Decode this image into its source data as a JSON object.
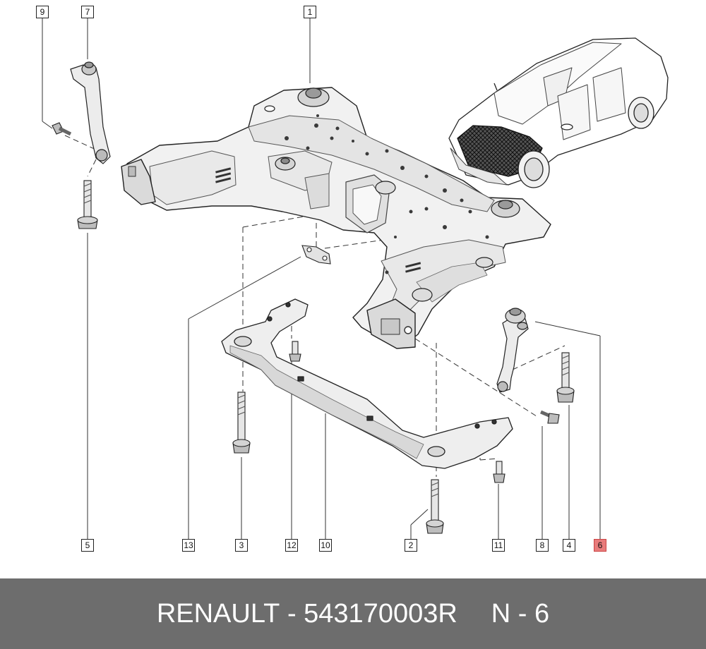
{
  "callouts": {
    "c1": "1",
    "c2": "2",
    "c3": "3",
    "c4": "4",
    "c5": "5",
    "c6": "6",
    "c7": "7",
    "c8": "8",
    "c9": "9",
    "c10": "10",
    "c11": "11",
    "c12": "12",
    "c13": "13"
  },
  "highlight_callout": "6",
  "colors": {
    "highlight": "#e87b7b",
    "footer_bg": "#6d6d6d",
    "footer_text": "#ffffff"
  },
  "footer": {
    "brand": "RENAULT",
    "part_number_text": "- 543170003R",
    "position_text": "N - 6"
  }
}
